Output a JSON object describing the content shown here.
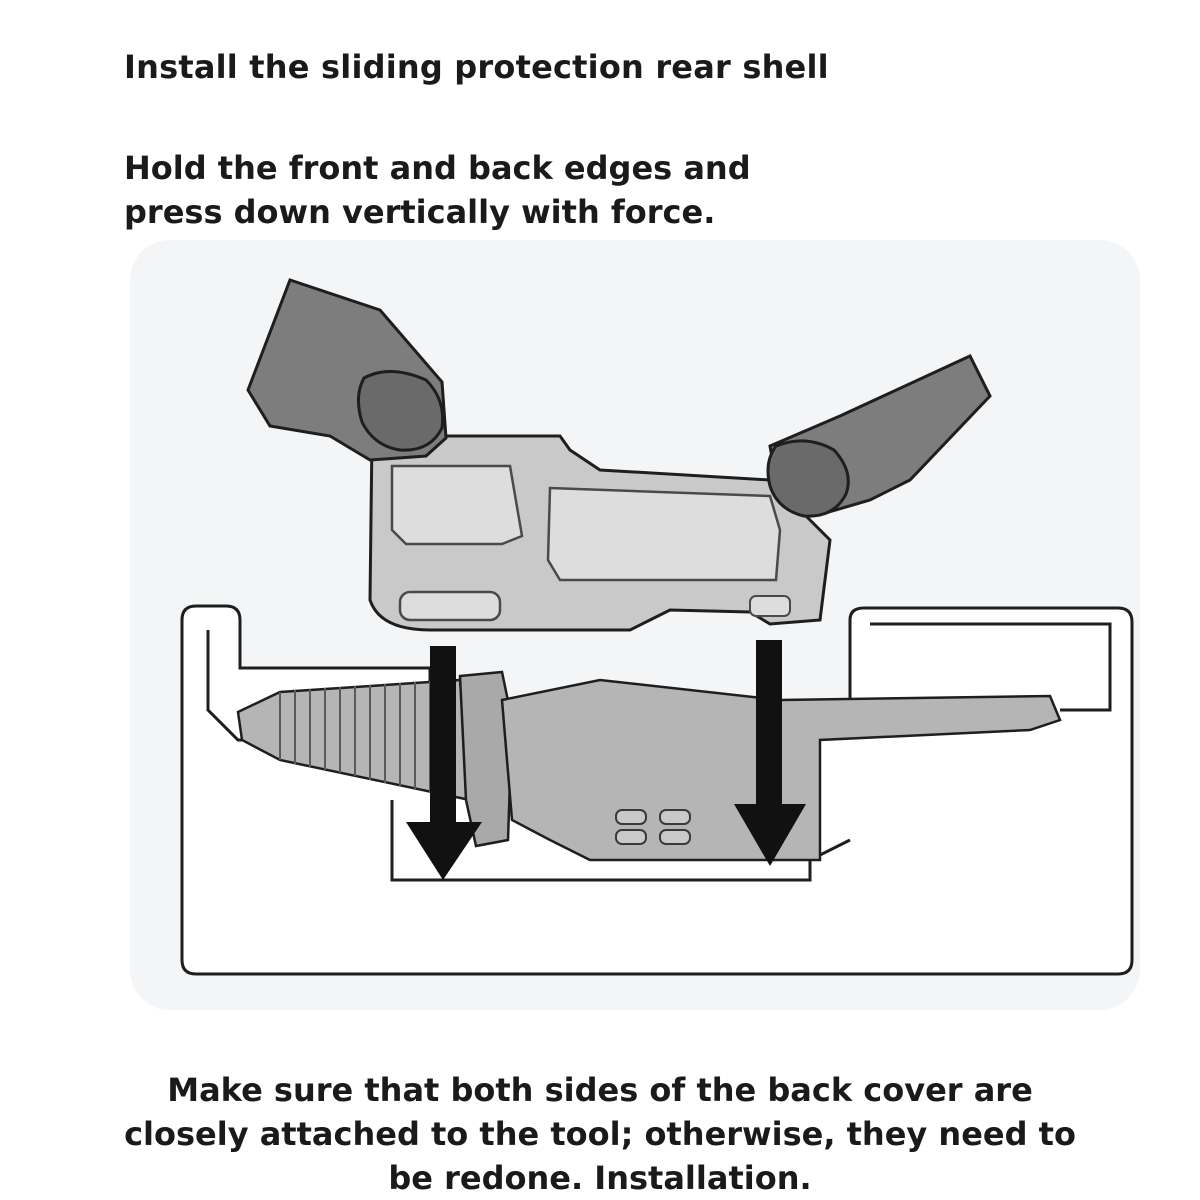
{
  "heading": "Install the sliding protection rear shell",
  "instruction": {
    "lines": [
      "Hold the front and back edges and",
      "press down vertically with force."
    ]
  },
  "figure": {
    "colors": {
      "hand": "#7d7d7d",
      "hand_shade": "#6a6a6a",
      "shell": "#c9c9c9",
      "shell_panel": "#dddddd",
      "tool": "#b5b5b5",
      "outline": "#1e1e1e",
      "arrow": "#111111",
      "box_fill": "#ffffff",
      "backdrop": "#f4f5f7"
    },
    "icons": [
      "left-hand-icon",
      "right-hand-icon",
      "down-arrow-icon"
    ]
  },
  "note": {
    "lines": [
      "Make sure that both sides of the back cover are",
      "closely attached to the tool; otherwise, they need to",
      "be redone. Installation."
    ]
  }
}
